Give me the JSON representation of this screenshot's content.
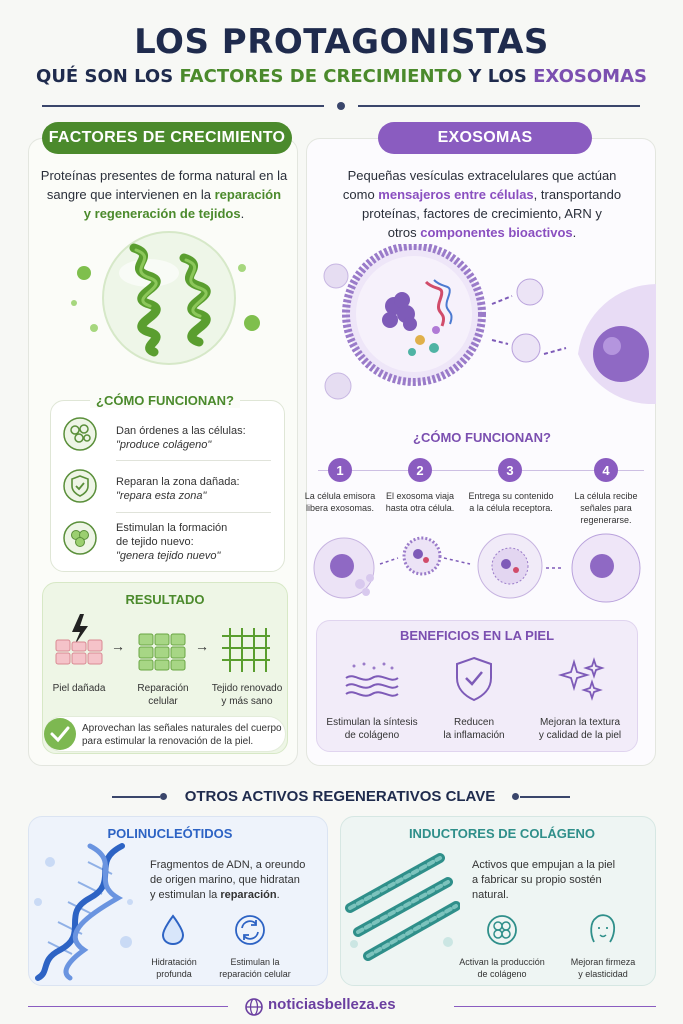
{
  "header": {
    "title": "LOS PROTAGONISTAS",
    "subtitle_pre": "QUÉ SON LOS ",
    "subtitle_green": "FACTORES DE CRECIMIENTO",
    "subtitle_mid": " Y LOS ",
    "subtitle_purple": "EXOSOMAS"
  },
  "growth_factors": {
    "pill_label": "FACTORES DE CRECIMIENTO",
    "desc_line1": "Proteínas presentes de forma natural en la",
    "desc_line2_pre": "sangre que intervienen en la ",
    "desc_line2_hl": "reparación",
    "desc_line3_hl": "y regeneración de tejidos",
    "desc_line3_post": ".",
    "how_title": "¿CÓMO FUNCIONAN?",
    "steps": [
      {
        "l1": "Dan órdenes a las células:",
        "l2": "\"produce colágeno\""
      },
      {
        "l1": "Reparan la zona dañada:",
        "l2": "\"repara esta zona\""
      },
      {
        "l1": "Estimulan la formación",
        "l2": "de tejido nuevo:",
        "l3": "\"genera tejido nuevo\""
      }
    ],
    "result_title": "RESULTADO",
    "result_items": [
      {
        "l1": "Piel dañada",
        "l2": ""
      },
      {
        "l1": "Reparación",
        "l2": "celular"
      },
      {
        "l1": "Tejido renovado",
        "l2": "y más sano"
      }
    ],
    "result_note_l1": "Aprovechan las señales naturales del cuerpo",
    "result_note_l2": "para estimular la renovación de la piel."
  },
  "exosomes": {
    "pill_label": "EXOSOMAS",
    "desc_l1": "Pequeñas vesículas extracelulares que actúan",
    "desc_l2_pre": "como ",
    "desc_l2_hl": "mensajeros entre células",
    "desc_l2_post": ", transportando",
    "desc_l3": "proteínas, factores de crecimiento, ARN y",
    "desc_l4_pre": "otros ",
    "desc_l4_hl": "componentes bioactivos",
    "desc_l4_post": ".",
    "how_title": "¿CÓMO FUNCIONAN?",
    "steps": [
      {
        "num": "1",
        "l1": "La célula emisora",
        "l2": "libera exosomas.",
        "l3": ""
      },
      {
        "num": "2",
        "l1": "El exosoma viaja",
        "l2": "hasta otra célula.",
        "l3": ""
      },
      {
        "num": "3",
        "l1": "Entrega su contenido",
        "l2": "a la célula receptora.",
        "l3": ""
      },
      {
        "num": "4",
        "l1": "La célula recibe",
        "l2": "señales para",
        "l3": "regenerarse."
      }
    ],
    "benefits_title": "BENEFICIOS EN LA PIEL",
    "benefits": [
      {
        "l1": "Estimulan la síntesis",
        "l2": "de colágeno"
      },
      {
        "l1": "Reducen",
        "l2": "la inflamación"
      },
      {
        "l1": "Mejoran la textura",
        "l2": "y calidad de la piel"
      }
    ]
  },
  "other": {
    "title": "OTROS ACTIVOS REGENERATIVOS CLAVE",
    "poly": {
      "title": "POLINUCLEÓTIDOS",
      "l1": "Fragmentos de ADN, a oreundo",
      "l2": "de origen marino, que hidratan",
      "l3_pre": "y estimulan la ",
      "l3_hl": "reparación",
      "l3_post": ".",
      "f1_l1": "Hidratación",
      "f1_l2": "profunda",
      "f2_l1": "Estimulan la",
      "f2_l2": "reparación celular"
    },
    "collagen": {
      "title": "INDUCTORES DE COLÁGENO",
      "l1": "Activos que empujan a la piel",
      "l2": "a fabricar su propio sostén",
      "l3": "natural.",
      "f1_l1": "Activan la producción",
      "f1_l2": "de colágeno",
      "f2_l1": "Mejoran firmeza",
      "f2_l2": "y elasticidad"
    }
  },
  "footer": {
    "site": "noticiasbelleza.es"
  },
  "colors": {
    "navy": "#1f2b4d",
    "green": "#4b8a2c",
    "purple": "#7b4fb0",
    "teal": "#2f8f8a",
    "blue": "#2d63c4"
  }
}
